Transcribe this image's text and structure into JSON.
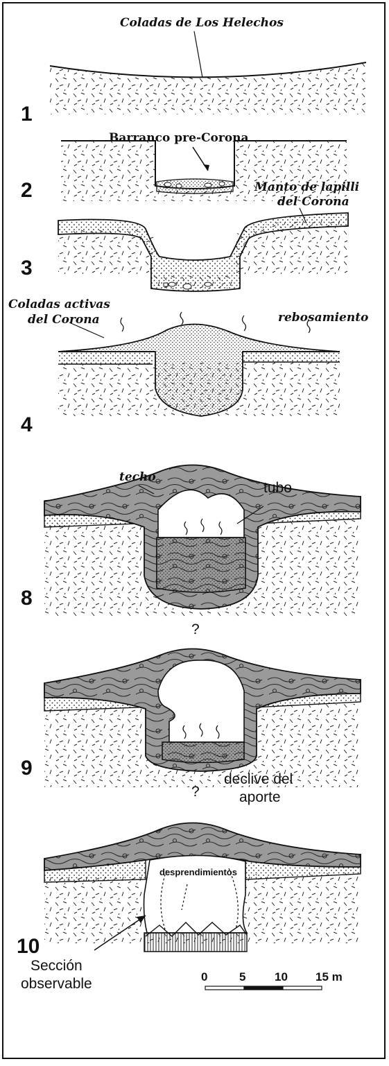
{
  "stages": [
    {
      "number": "1",
      "labels": {
        "flow": "Coladas de Los Helechos"
      }
    },
    {
      "number": "2",
      "labels": {
        "gully": "Barranco pre-Corona"
      }
    },
    {
      "number": "3",
      "labels": {
        "lapilli_1": "Manto de lapilli",
        "lapilli_2": "del Corona"
      }
    },
    {
      "number": "4",
      "labels": {
        "active_1": "Coladas activas",
        "active_2": "del Corona",
        "overflow": "rebosamiento"
      }
    },
    {
      "number": "8",
      "labels": {
        "roof": "techo",
        "tube": "tubo",
        "unknown": "?"
      }
    },
    {
      "number": "9",
      "labels": {
        "slope_1": "declive del",
        "slope_2": "aporte",
        "unknown": "?"
      }
    },
    {
      "number": "10",
      "labels": {
        "collapse": "desprendimientos",
        "section_1": "Sección",
        "section_2": "observable"
      }
    }
  ],
  "scale_bar": {
    "ticks": [
      "0",
      "5",
      "10",
      "15 m"
    ]
  },
  "colors": {
    "ink": "#111111",
    "flow_fill": "#9a9a9a",
    "background": "#ffffff"
  }
}
